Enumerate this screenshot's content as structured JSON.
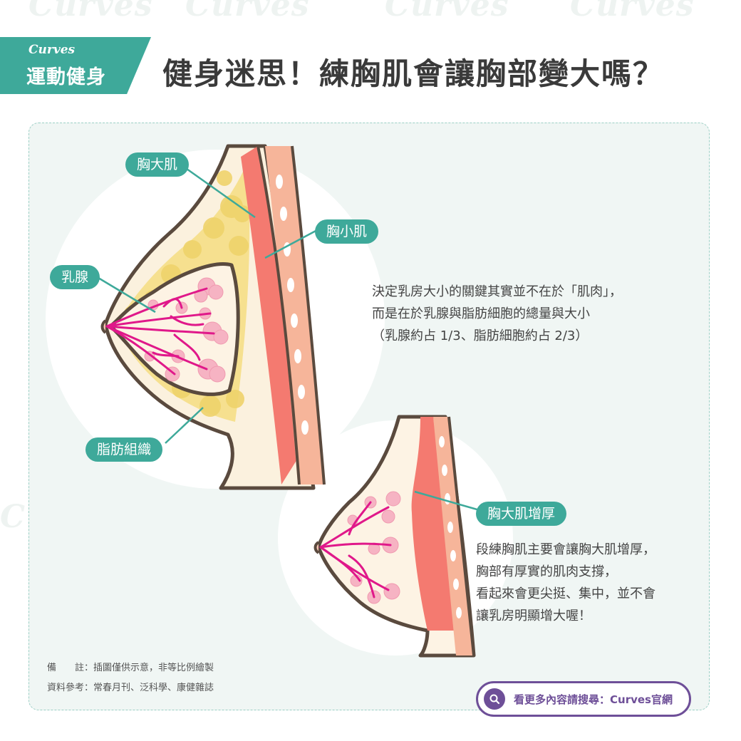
{
  "brand": {
    "logo": "Curves",
    "tag": "運動健身"
  },
  "title": "健身迷思！練胸肌會讓胸部變大嗎？",
  "labels": {
    "pec_major": "胸大肌",
    "pec_minor": "胸小肌",
    "mammary": "乳腺",
    "fat": "脂肪組織",
    "thicker": "胸大肌增厚"
  },
  "desc1": [
    "決定乳房大小的關鍵其實並不在於「肌肉」，",
    "而是在於乳腺與脂肪細胞的總量與大小",
    "（乳腺約占 1/3、脂肪細胞約占 2/3）"
  ],
  "desc2": [
    "段練胸肌主要會讓胸大肌增厚，",
    "胸部有厚實的肌肉支撐，",
    "看起來會更尖挺、集中，並不會",
    "讓乳房明顯增大喔！"
  ],
  "notes": [
    "備　　註：插圖僅供示意，非等比例繪製",
    "資料參考：常春月刊、泛科學、康健雜誌"
  ],
  "search": {
    "text": "看更多內容請搜尋：Curves官網"
  },
  "colors": {
    "accent": "#3ea99a",
    "purple": "#6e4f98",
    "muscle": "#f47a70",
    "gland": "#e0188a"
  }
}
